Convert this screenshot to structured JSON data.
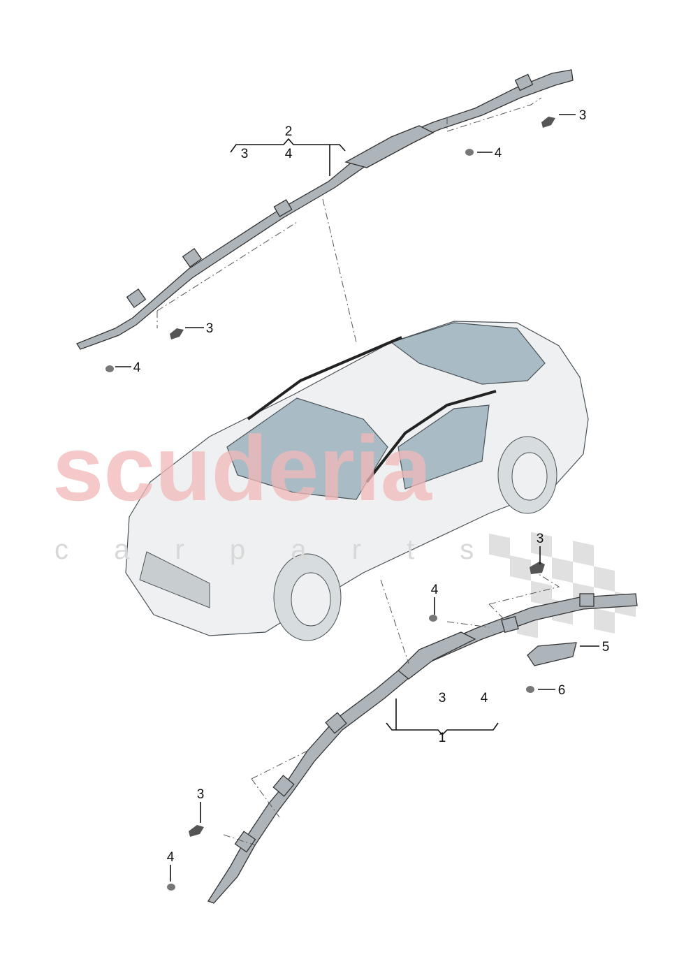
{
  "watermark": {
    "brand": "scuderia",
    "sub": "c a r p a r t s",
    "color": "#f2b8b8"
  },
  "callouts": {
    "upper_group": "2",
    "upper_group_a": "3",
    "upper_group_b": "4",
    "upper_right_clip": "3",
    "upper_right_screw": "4",
    "upper_left_clip": "3",
    "upper_left_screw": "4",
    "lower_right_clip": "3",
    "lower_right_screw": "4",
    "bracket": "5",
    "bracket_screw": "6",
    "lower_group_a": "3",
    "lower_group_b": "4",
    "lower_group": "1",
    "lower_left_clip": "3",
    "lower_left_screw": "4"
  }
}
